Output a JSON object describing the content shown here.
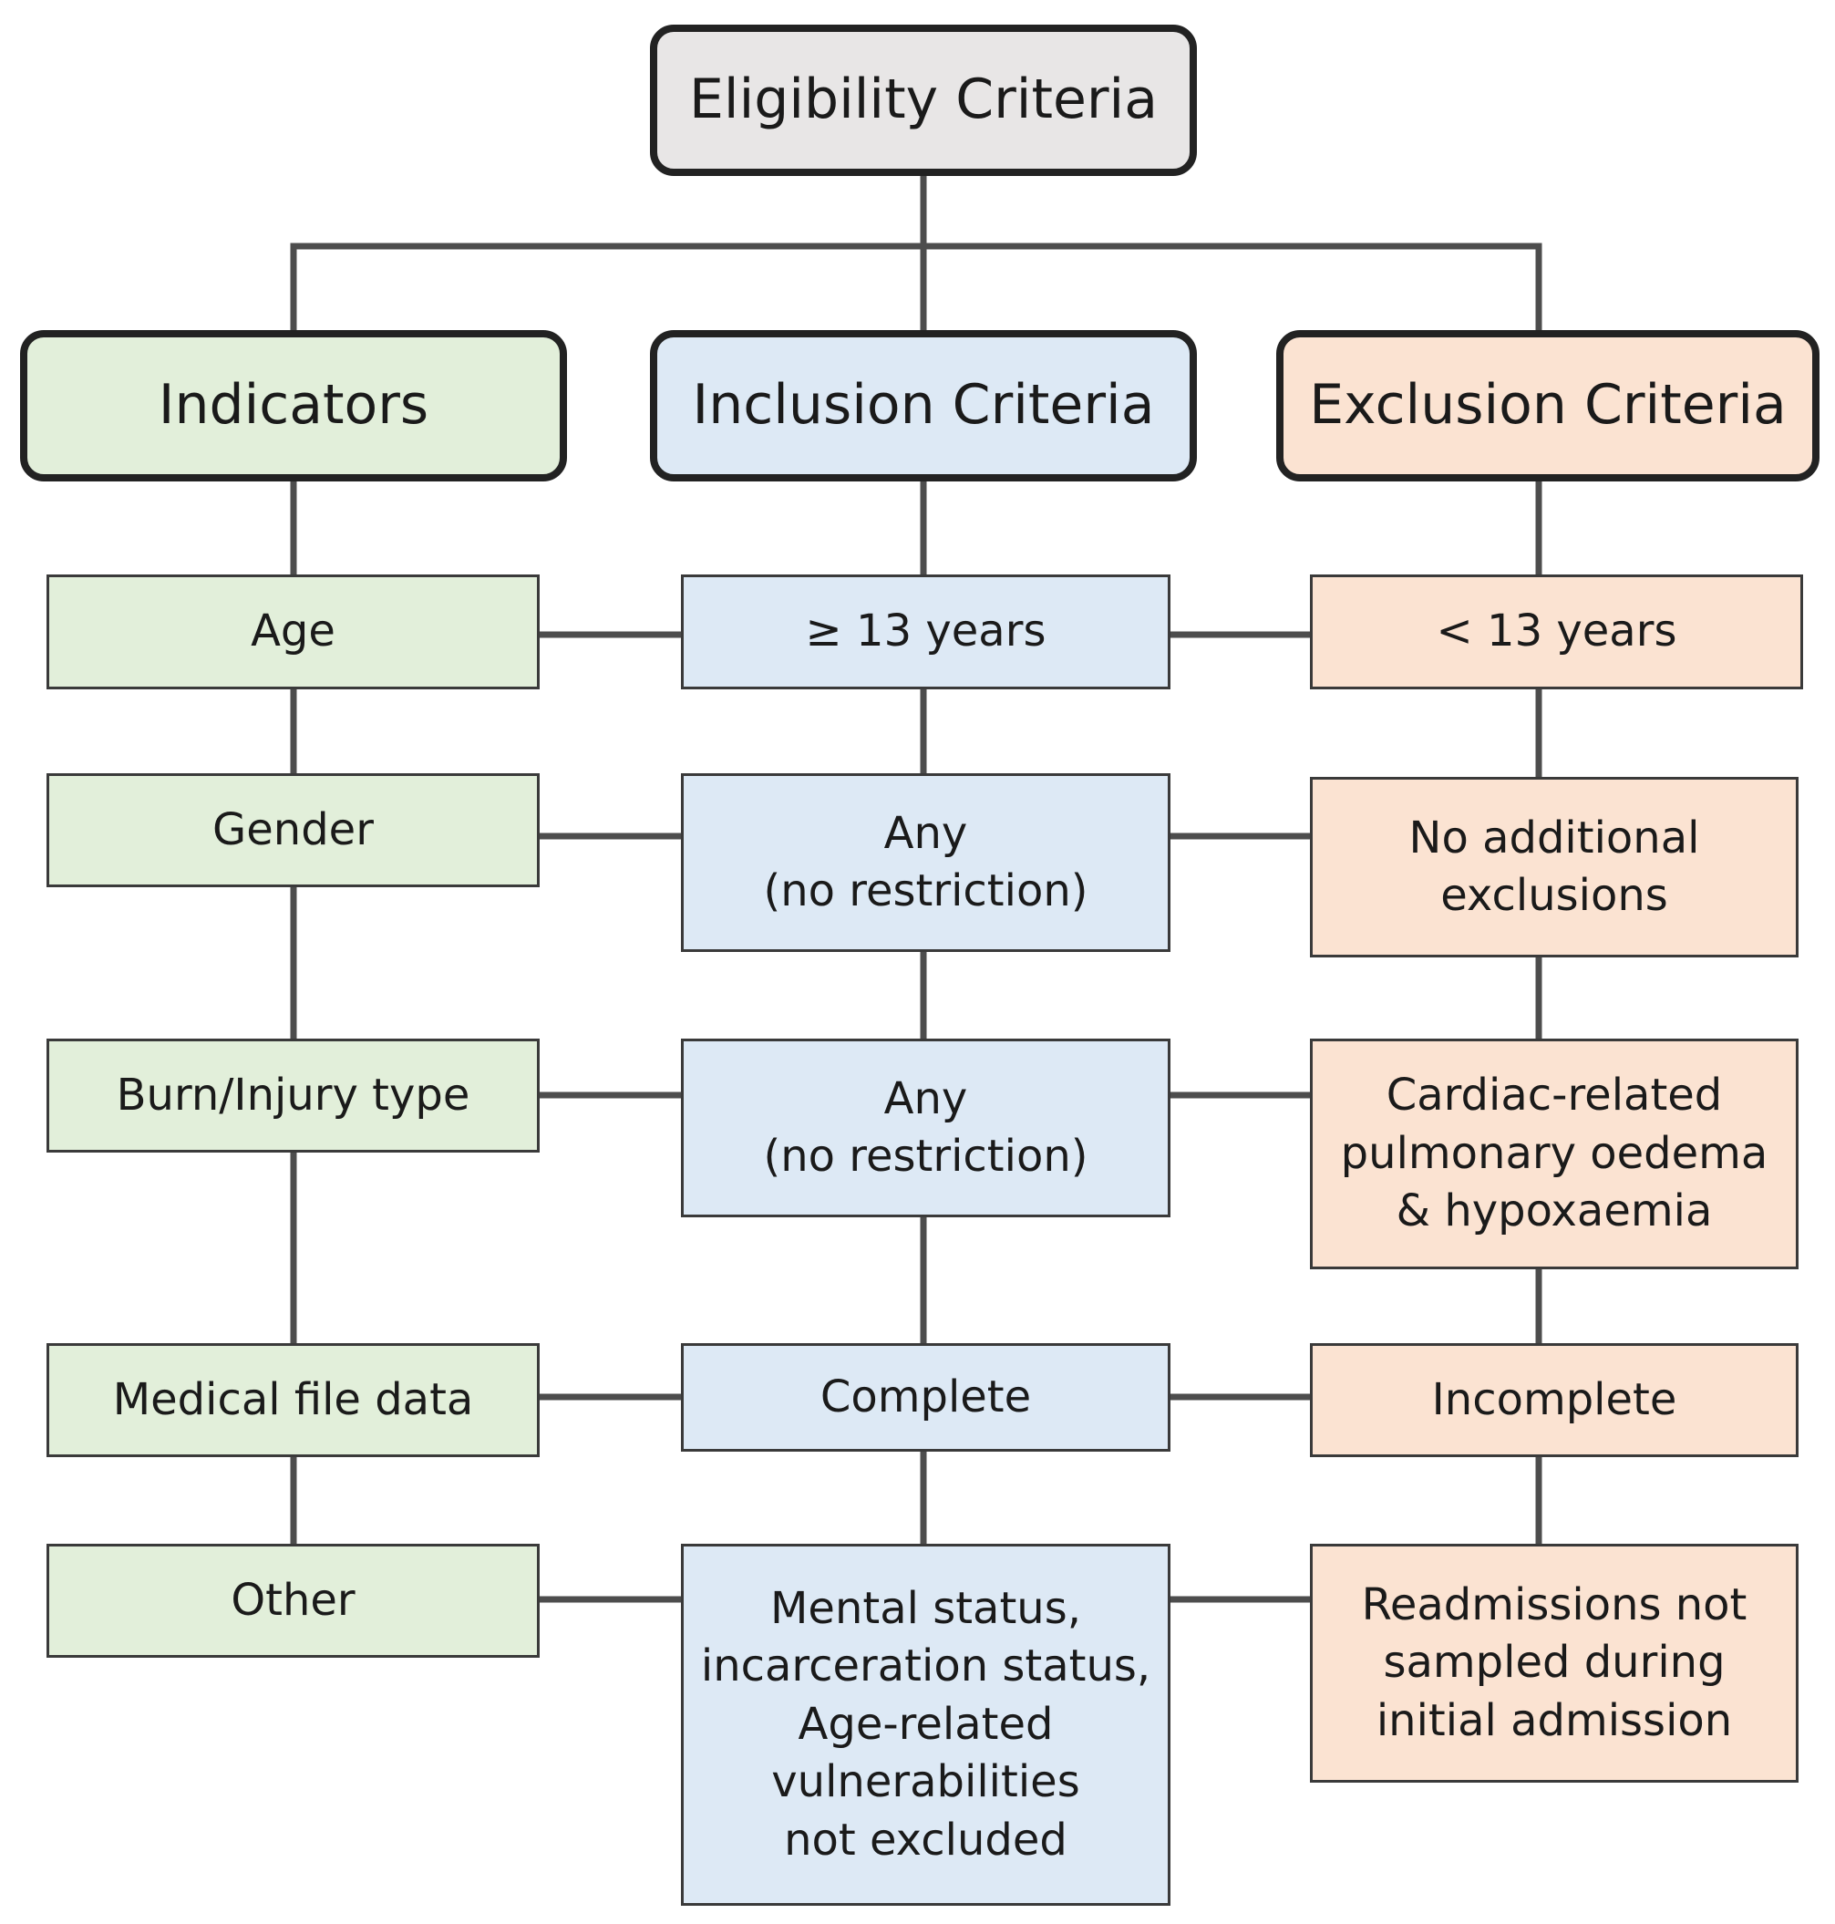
{
  "root": {
    "label": "Eligibility Criteria"
  },
  "columns": {
    "indicators": {
      "header": "Indicators",
      "items": [
        "Age",
        "Gender",
        "Burn/Injury type",
        "Medical file data",
        "Other"
      ]
    },
    "inclusion": {
      "header": "Inclusion Criteria",
      "items": [
        "≥ 13 years",
        "Any\n(no restriction)",
        "Any\n(no restriction)",
        "Complete",
        "Mental status,\nincarceration status,\nAge-related\nvulnerabilities\nnot excluded"
      ]
    },
    "exclusion": {
      "header": "Exclusion Criteria",
      "items": [
        "< 13 years",
        "No additional\nexclusions",
        "Cardiac-related\npulmonary oedema\n& hypoxaemia",
        "Incomplete",
        "Readmissions not\nsampled during\ninitial admission"
      ]
    }
  },
  "colors": {
    "root_fill": "#e8e6e6",
    "indicators_fill": "#e2efda",
    "inclusion_fill": "#dde9f5",
    "exclusion_fill": "#fbe3d2",
    "line": "#4d4d4d"
  }
}
